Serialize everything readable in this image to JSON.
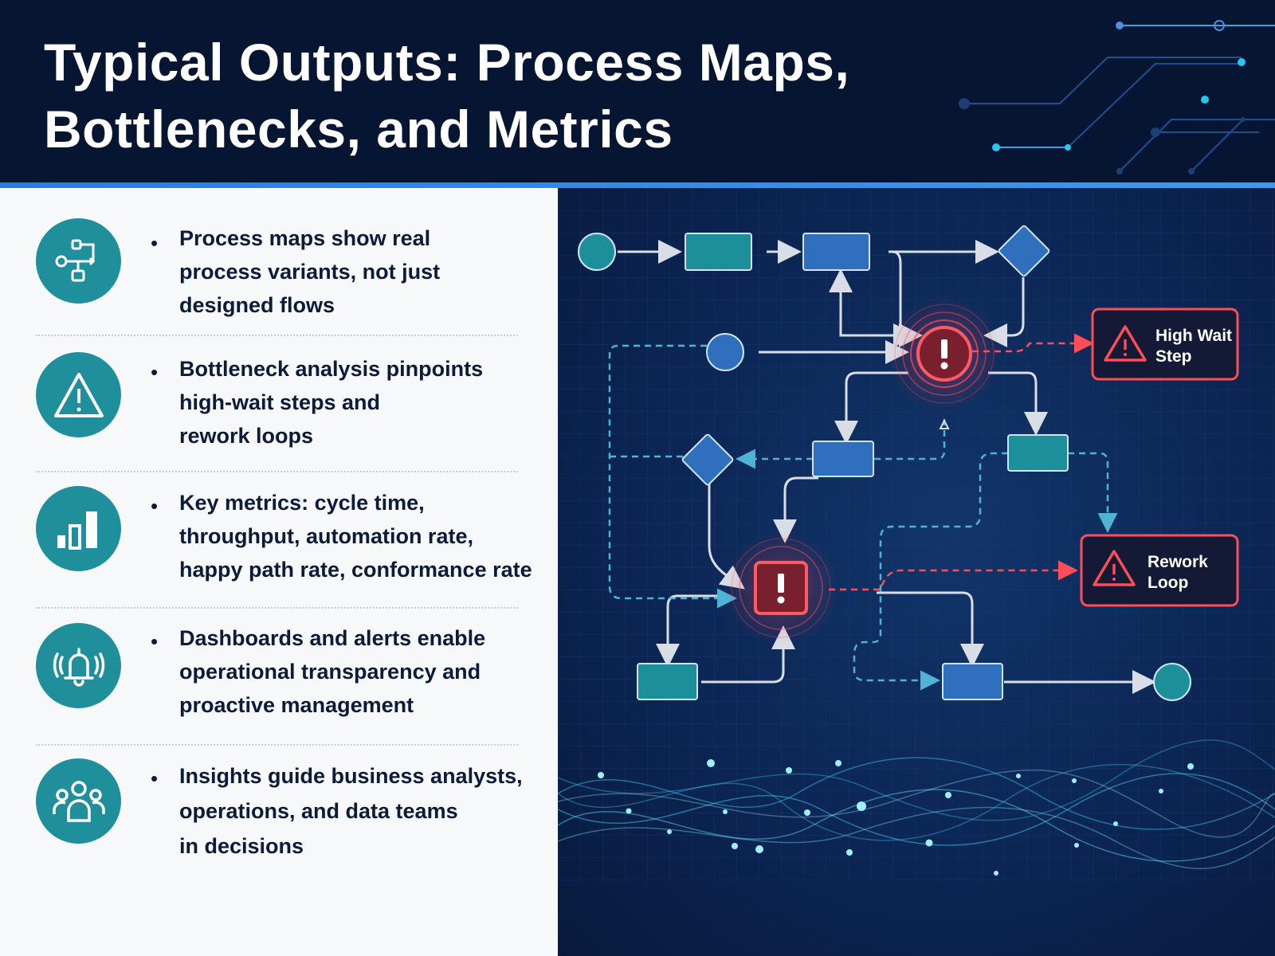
{
  "title": {
    "line1": "Typical Outputs: Process Maps,",
    "line2": "Bottlenecks, and Metrics"
  },
  "colors": {
    "header_bg": "#061632",
    "accent": "#2a7de1",
    "icon_teal": "#1f8f9c",
    "alert_red": "#ff4d57",
    "node_teal": "#1d8f9a",
    "node_blue": "#2f6fbd"
  },
  "items": [
    {
      "icon": "process-flow-icon",
      "lines": [
        "Process maps show real",
        "process variants, not just",
        "designed flows"
      ]
    },
    {
      "icon": "warning-triangle-icon",
      "lines": [
        "Bottleneck analysis pinpoints",
        "high-wait steps and",
        "rework loops"
      ]
    },
    {
      "icon": "bar-chart-icon",
      "lines": [
        "Key metrics: cycle time,",
        "throughput, automation rate,",
        "happy path rate, conformance rate"
      ]
    },
    {
      "icon": "bell-alert-icon",
      "lines": [
        "Dashboards and alerts enable",
        "operational transparency and",
        "proactive management"
      ]
    },
    {
      "icon": "team-icon",
      "lines": [
        "Insights guide business analysts,",
        "operations, and data teams",
        "in decisions"
      ]
    }
  ],
  "diagram": {
    "callouts": [
      {
        "lines": [
          "High Wait",
          "Step"
        ],
        "icon": "warning-triangle-icon"
      },
      {
        "lines": [
          "Rework",
          "Loop"
        ],
        "icon": "warning-triangle-icon"
      }
    ],
    "bottleneck_icon": "exclamation-icon"
  }
}
